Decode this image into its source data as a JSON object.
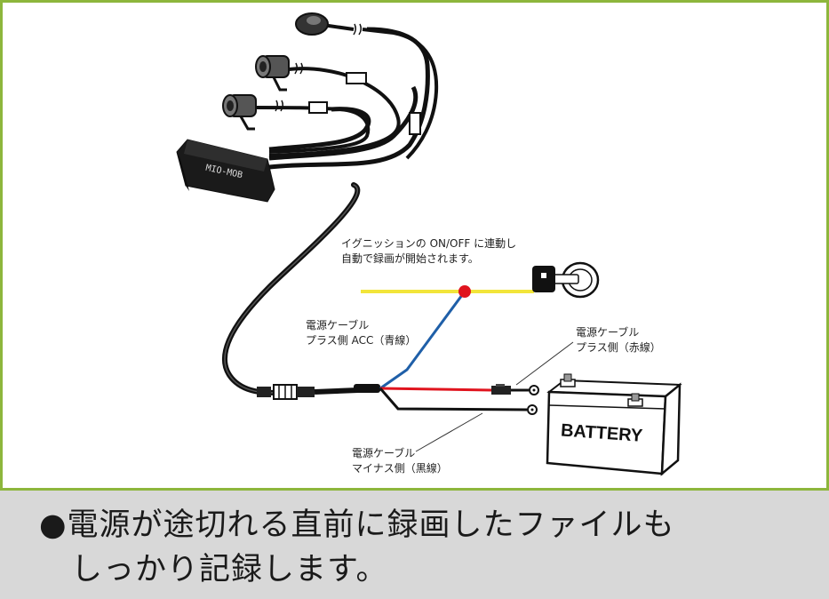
{
  "labels": {
    "ignition_line1": "イグニッションの ON/OFF に連動し",
    "ignition_line2": "自動で録画が開始されます。",
    "acc_line1": "電源ケーブル",
    "acc_line2": "プラス側 ACC（青線）",
    "plus_line1": "電源ケーブル",
    "plus_line2": "プラス側（赤線）",
    "minus_line1": "電源ケーブル",
    "minus_line2": "マイナス側（黒線）",
    "battery_text": "BATTERY",
    "unit_text": "MIO-MOB"
  },
  "caption": {
    "line1": "●電源が途切れる直前に録画したファイルも",
    "line2": "しっかり記録します。"
  },
  "colors": {
    "frame_border": "#8db63c",
    "caption_bg": "#d8d8d8",
    "acc_wire": "#1f5fa8",
    "plus_wire": "#e0141e",
    "ignition_wire": "#f2e53a",
    "junction": "#e0141e"
  }
}
